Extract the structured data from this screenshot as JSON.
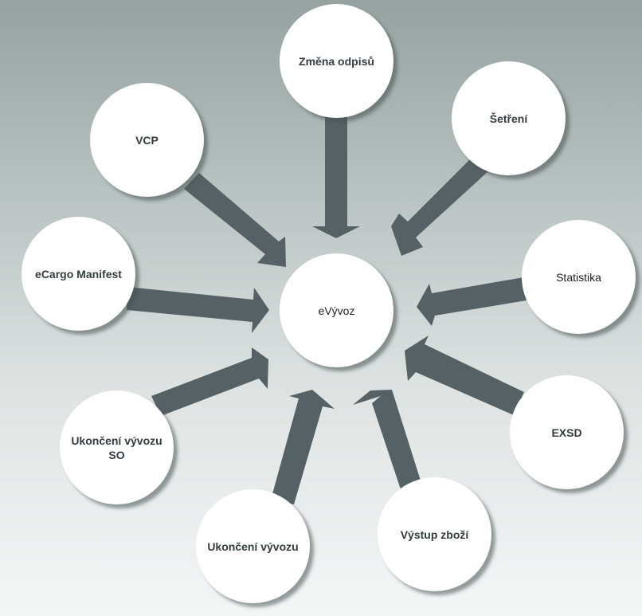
{
  "diagram": {
    "center": {
      "label": "eVývoz"
    },
    "nodes": [
      {
        "label": "Změna odpisů"
      },
      {
        "label": "Šetření"
      },
      {
        "label": "Statistika"
      },
      {
        "label": "EXSD"
      },
      {
        "label": "Výstup zboží"
      },
      {
        "label": "Ukončení vývozu"
      },
      {
        "label": "Ukončení vývozu SO"
      },
      {
        "label": "eCargo Manifest"
      },
      {
        "label": "VCP"
      }
    ]
  },
  "colors": {
    "arrow": "#556164",
    "node_fill": "#ffffff",
    "text": "#333d40"
  }
}
